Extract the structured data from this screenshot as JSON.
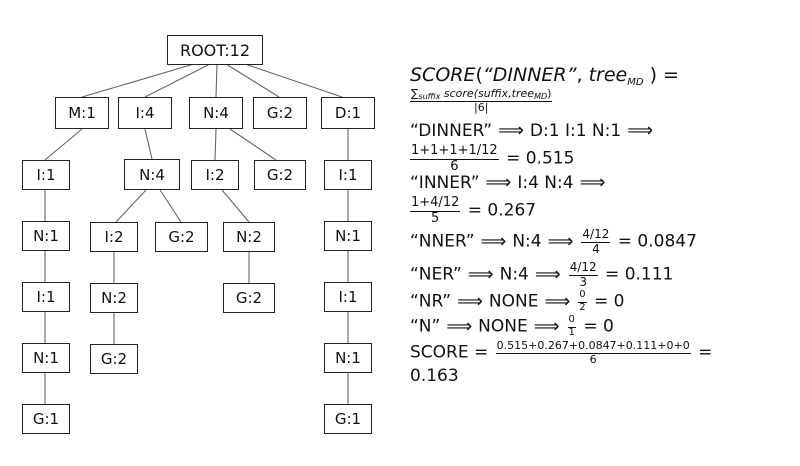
{
  "tree": {
    "root": "ROOT:12",
    "level1": [
      "M:1",
      "I:4",
      "N:4",
      "G:2",
      "D:1"
    ],
    "m_branch": [
      "I:1",
      "N:1",
      "I:1",
      "N:1",
      "G:1"
    ],
    "i_branch": {
      "n": "N:4",
      "i": "I:2",
      "g": "G:2",
      "n2": "N:2",
      "g2": "G:2"
    },
    "n_branch": {
      "i": "I:2",
      "g": "G:2",
      "n": "N:2",
      "g2": "G:2"
    },
    "d_branch": [
      "I:1",
      "N:1",
      "I:1",
      "N:1",
      "G:1"
    ]
  },
  "formula": {
    "score_fn": "SCORE",
    "open": "(",
    "dinner_quoted": "“DINNER”",
    "comma": ",",
    "tree_word": "tree",
    "tree_sub": "MD",
    "close_eq": ") =",
    "sum_sym": "∑",
    "sum_sub": "suffix",
    "sum_body": "score(suffix,tree",
    "sum_body_sub": "MD",
    "sum_close": ")",
    "den6": "|6|",
    "s1_label": "“DINNER”",
    "s1_path": "D:1 I:1 N:1",
    "s1_num": "1+1+1+1/12",
    "s1_den": "6",
    "s1_res": "= 0.515",
    "s2_label": "“INNER”",
    "s2_path": "I:4 N:4",
    "s2_num": "1+4/12",
    "s2_den": "5",
    "s2_res": "= 0.267",
    "s3_label": "“NNER”",
    "s3_path": "N:4",
    "s3_num": "4/12",
    "s3_den": "4",
    "s3_res": "= 0.0847",
    "s4_label": "“NER”",
    "s4_path": "N:4",
    "s4_num": "4/12",
    "s4_den": "3",
    "s4_res": "= 0.111",
    "s5_label": "“NR”",
    "s5_path": "NONE",
    "s5_num": "0",
    "s5_den": "2",
    "s5_res": "= 0",
    "s6_label": "“N”",
    "s6_path": "NONE",
    "s6_num": "0",
    "s6_den": "1",
    "s6_res": "= 0",
    "final_label": "SCORE =",
    "final_num": "0.515+0.267+0.0847+0.111+0+0",
    "final_den": "6",
    "final_eq": "=",
    "final_res": "0.163",
    "implies": "⟹"
  }
}
